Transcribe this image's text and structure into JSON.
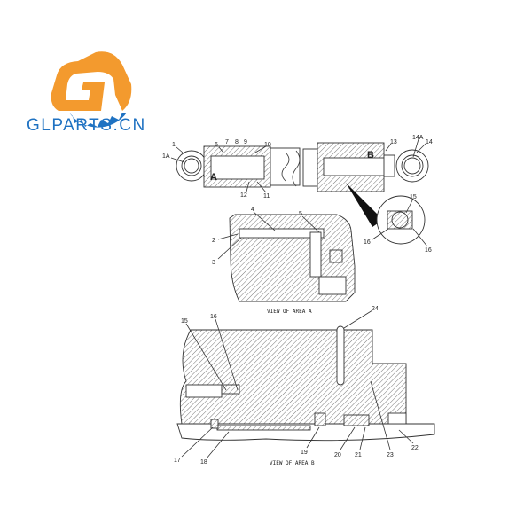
{
  "logo": {
    "text": "GLPARTS.CN",
    "colors": {
      "orange": "#f39a2e",
      "blue": "#1f72c2"
    }
  },
  "top_view": {
    "callouts": [
      "1",
      "1A",
      "6",
      "7",
      "8",
      "9",
      "10",
      "12",
      "11",
      "13",
      "14A",
      "14",
      "15",
      "16",
      "16"
    ],
    "area_markers": [
      "A",
      "B"
    ]
  },
  "area_a": {
    "callouts": [
      "4",
      "5",
      "2",
      "3"
    ],
    "caption": "VIEW OF AREA A"
  },
  "area_b": {
    "callouts": [
      "24",
      "15",
      "16",
      "17",
      "18",
      "19",
      "20",
      "21",
      "23",
      "22"
    ],
    "caption": "VIEW OF AREA B"
  }
}
